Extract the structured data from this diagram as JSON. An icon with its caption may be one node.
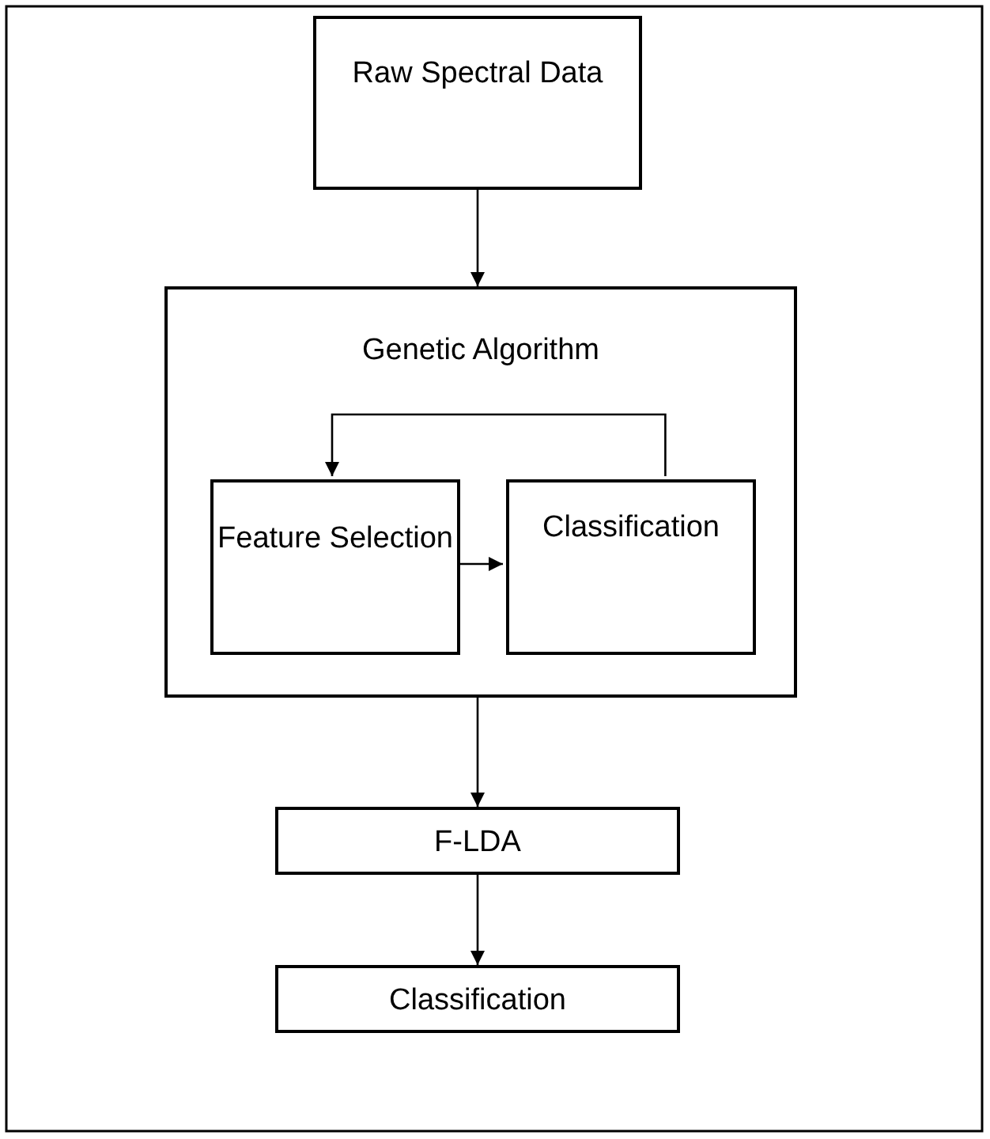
{
  "diagram": {
    "nodes": [
      {
        "text": [
          "Raw Spectral Data"
        ]
      },
      {
        "text": [
          "Genetic Algorithm"
        ]
      },
      {
        "text": [
          "Feature Selection"
        ],
        "in": 1
      },
      {
        "text": [
          "Classification"
        ],
        "in": 1
      },
      {
        "text": [
          "F-LDA"
        ]
      },
      {
        "text": [
          "Classification"
        ]
      }
    ],
    "edges": [
      {
        "from": 0,
        "to": 1,
        "arrow": "to"
      },
      {
        "from": 3,
        "to": 2,
        "arrow": "to"
      },
      {
        "from": 2,
        "to": 3,
        "arrow": "to"
      },
      {
        "from": 1,
        "to": 4,
        "arrow": "to"
      },
      {
        "from": 4,
        "to": 5,
        "arrow": "to"
      }
    ]
  }
}
